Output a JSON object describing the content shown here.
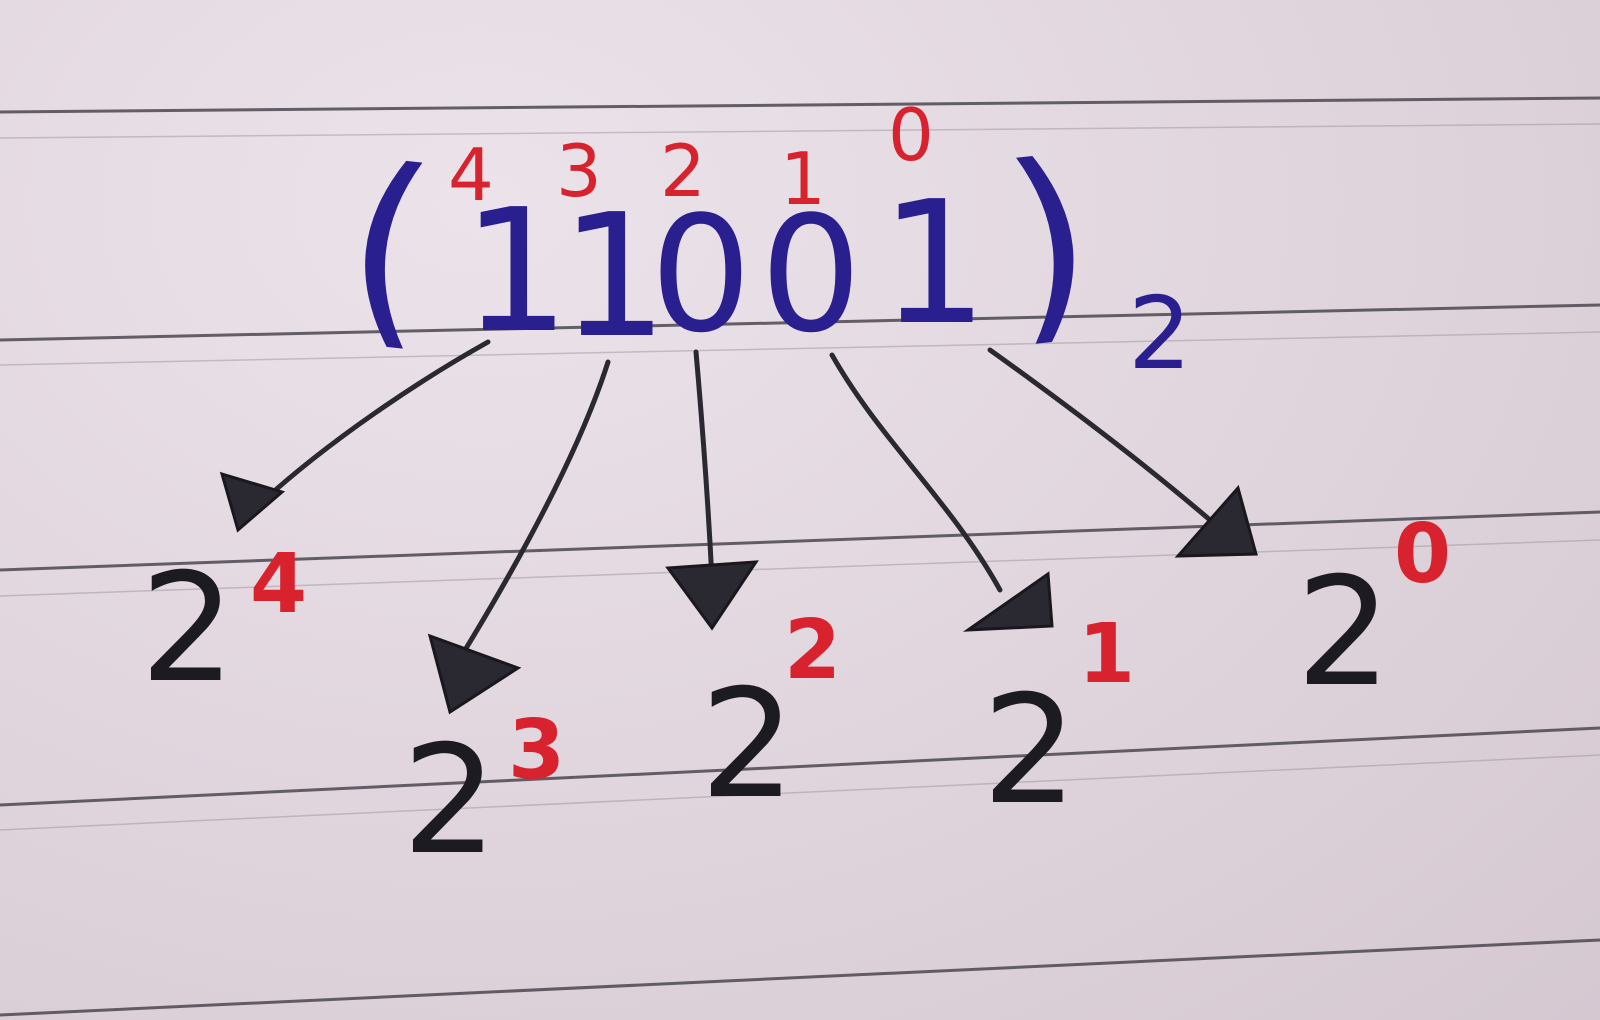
{
  "binary_number": {
    "open_paren": "(",
    "digits": [
      "1",
      "1",
      "0",
      "0",
      "1"
    ],
    "close_paren": ")",
    "base": "2"
  },
  "digit_positions": [
    "4",
    "3",
    "2",
    "1",
    "0"
  ],
  "powers": [
    {
      "base": "2",
      "exponent": "4"
    },
    {
      "base": "2",
      "exponent": "3"
    },
    {
      "base": "2",
      "exponent": "2"
    },
    {
      "base": "2",
      "exponent": "1"
    },
    {
      "base": "2",
      "exponent": "0"
    }
  ],
  "colors": {
    "digits": "#2a1f8f",
    "positions": "#d8232f",
    "powers": "#1d1b22",
    "ruled_lines": "#4a4650"
  }
}
